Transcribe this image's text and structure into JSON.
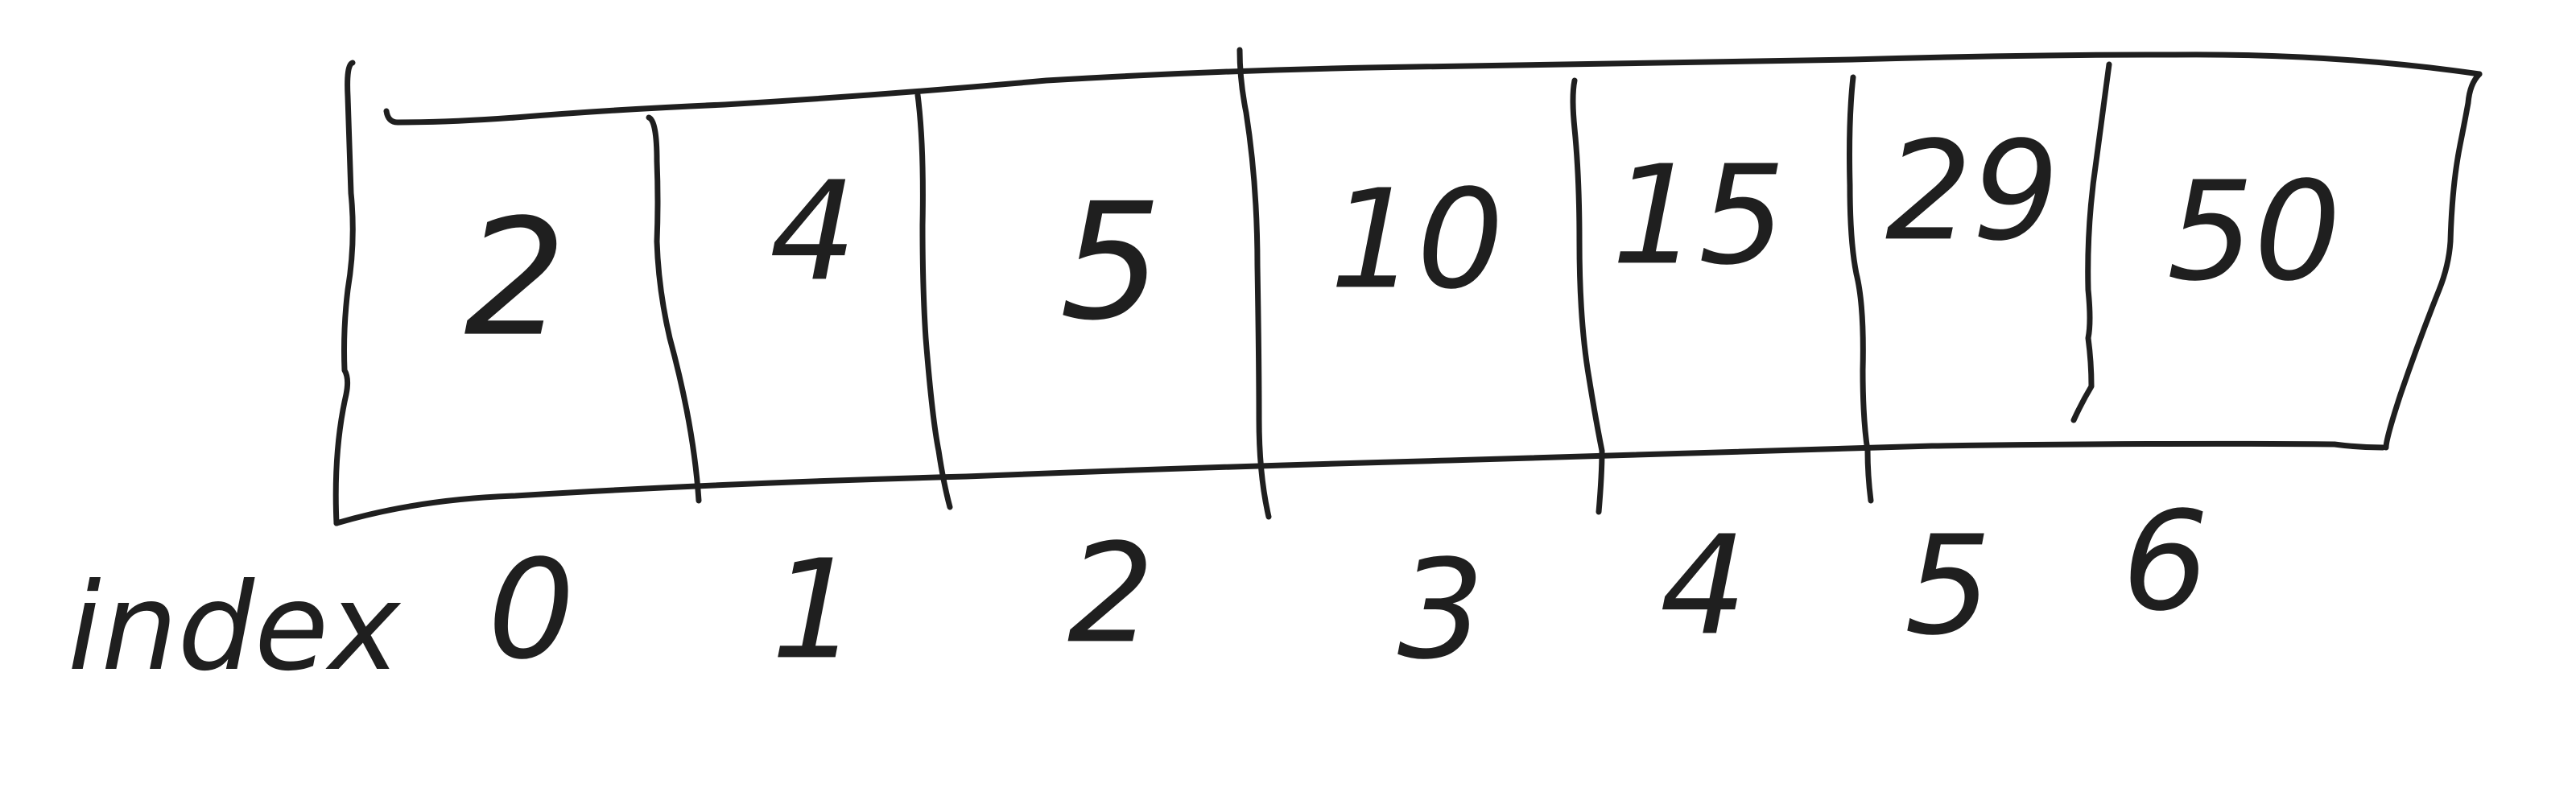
{
  "array": {
    "values": [
      "2",
      "4",
      "5",
      "10",
      "15",
      "29",
      "50"
    ]
  },
  "index": {
    "label": "index",
    "values": [
      "0",
      "1",
      "2",
      "3",
      "4",
      "5",
      "6"
    ]
  },
  "ink_color": "#1f1f1f"
}
